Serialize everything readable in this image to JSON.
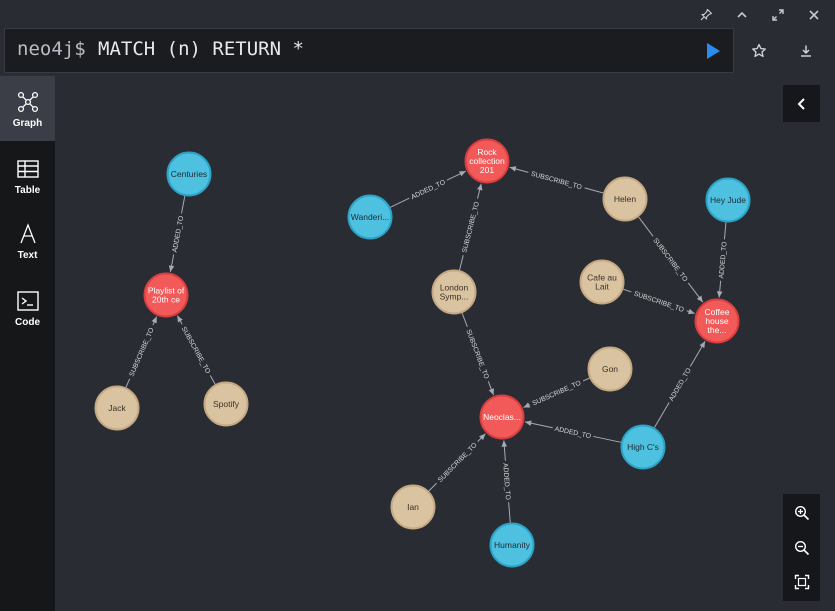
{
  "editor": {
    "prompt": "neo4j$",
    "query": "MATCH (n) RETURN *"
  },
  "window_controls": [
    "pin-icon",
    "chevron-up-icon",
    "expand-icon",
    "close-icon"
  ],
  "sidebar": {
    "items": [
      {
        "label": "Graph",
        "icon": "graph-icon",
        "active": true
      },
      {
        "label": "Table",
        "icon": "table-icon",
        "active": false
      },
      {
        "label": "Text",
        "icon": "text-icon",
        "active": false
      },
      {
        "label": "Code",
        "icon": "code-icon",
        "active": false
      }
    ]
  },
  "colors": {
    "song": "#4ec1e0",
    "playlist": "#f25a5a",
    "user": "#d9c3a1",
    "song_stroke": "#2aa3c6",
    "playlist_stroke": "#db3e3e",
    "user_stroke": "#c4a983",
    "run": "#2b8cf0",
    "relationship": "#a5abb6"
  },
  "graph": {
    "nodes": [
      {
        "id": "centuries",
        "type": "song",
        "lines": [
          "Centuries"
        ]
      },
      {
        "id": "playlist20",
        "type": "playlist",
        "lines": [
          "Playlist of",
          "20th ce"
        ]
      },
      {
        "id": "jack",
        "type": "user",
        "lines": [
          "Jack"
        ]
      },
      {
        "id": "spotify",
        "type": "user",
        "lines": [
          "Spotify"
        ]
      },
      {
        "id": "rock",
        "type": "playlist",
        "lines": [
          "Rock",
          "collection",
          "201"
        ]
      },
      {
        "id": "wanderi",
        "type": "song",
        "lines": [
          "Wanderi..."
        ]
      },
      {
        "id": "london",
        "type": "user",
        "lines": [
          "London",
          "Symp..."
        ]
      },
      {
        "id": "helen",
        "type": "user",
        "lines": [
          "Helen"
        ]
      },
      {
        "id": "heyjude",
        "type": "song",
        "lines": [
          "Hey Jude"
        ]
      },
      {
        "id": "cafe",
        "type": "user",
        "lines": [
          "Cafe au",
          "Lait"
        ]
      },
      {
        "id": "coffee",
        "type": "playlist",
        "lines": [
          "Coffee",
          "house",
          "the..."
        ]
      },
      {
        "id": "gon",
        "type": "user",
        "lines": [
          "Gon"
        ]
      },
      {
        "id": "neoclas",
        "type": "playlist",
        "lines": [
          "Neoclas..."
        ]
      },
      {
        "id": "highcs",
        "type": "song",
        "lines": [
          "High C's"
        ]
      },
      {
        "id": "ian",
        "type": "user",
        "lines": [
          "Ian"
        ]
      },
      {
        "id": "humanity",
        "type": "song",
        "lines": [
          "Humanity"
        ]
      }
    ],
    "relationships": [
      {
        "from": "centuries",
        "to": "playlist20",
        "type": "ADDED_TO"
      },
      {
        "from": "jack",
        "to": "playlist20",
        "type": "SUBSCRIBE_TO"
      },
      {
        "from": "spotify",
        "to": "playlist20",
        "type": "SUBSCRIBE_TO"
      },
      {
        "from": "wanderi",
        "to": "rock",
        "type": "ADDED_TO"
      },
      {
        "from": "helen",
        "to": "rock",
        "type": "SUBSCRIBE_TO"
      },
      {
        "from": "london",
        "to": "rock",
        "type": "SUBSCRIBE_TO"
      },
      {
        "from": "helen",
        "to": "coffee",
        "type": "SUBSCRIBE_TO"
      },
      {
        "from": "heyjude",
        "to": "coffee",
        "type": "ADDED_TO"
      },
      {
        "from": "cafe",
        "to": "coffee",
        "type": "SUBSCRIBE_TO"
      },
      {
        "from": "london",
        "to": "neoclas",
        "type": "SUBSCRIBE_TO"
      },
      {
        "from": "gon",
        "to": "neoclas",
        "type": "SUBSCRIBE_TO"
      },
      {
        "from": "highcs",
        "to": "coffee",
        "type": "ADDED_TO"
      },
      {
        "from": "highcs",
        "to": "neoclas",
        "type": "ADDED_TO"
      },
      {
        "from": "ian",
        "to": "neoclas",
        "type": "SUBSCRIBE_TO"
      },
      {
        "from": "humanity",
        "to": "neoclas",
        "type": "ADDED_TO"
      }
    ]
  }
}
